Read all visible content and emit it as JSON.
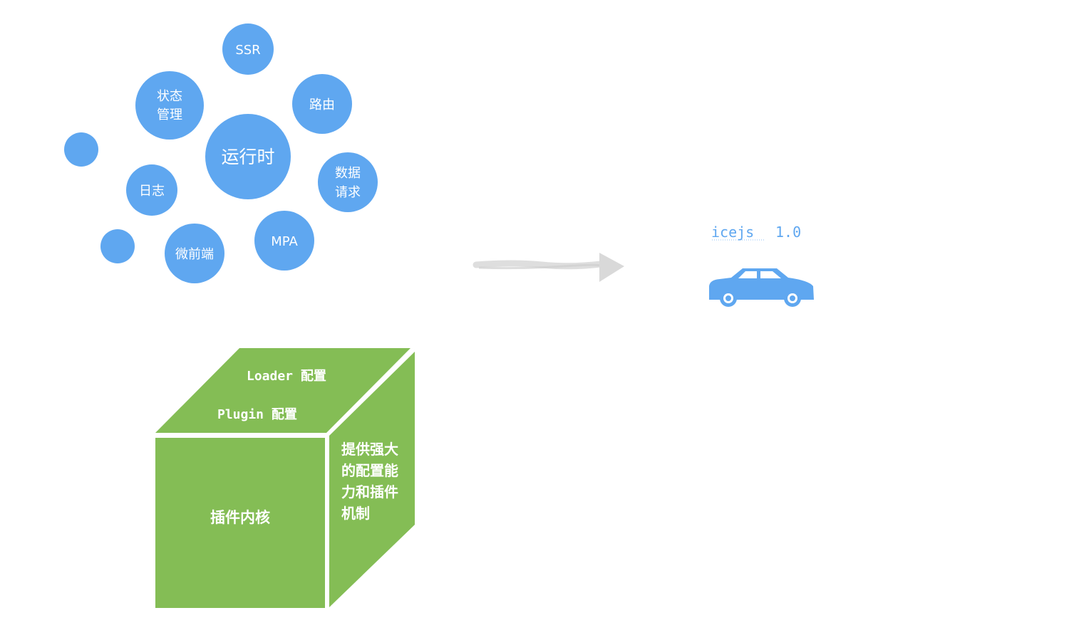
{
  "bubbles": {
    "ssr": "SSR",
    "state_line1": "状态",
    "state_line2": "管理",
    "router": "路由",
    "runtime": "运行时",
    "data_line1": "数据",
    "data_line2": "请求",
    "log": "日志",
    "micro_frontend": "微前端",
    "mpa": "MPA"
  },
  "cube": {
    "top_line1": "Loader 配置",
    "top_line2": "Plugin 配置",
    "front": "插件内核",
    "side_line1": "提供强大",
    "side_line2": "的配置能",
    "side_line3": "力和插件",
    "side_line4": "机制"
  },
  "result": {
    "title_name": "icejs",
    "title_version": "1.0"
  },
  "colors": {
    "bubble": "#5fa7f0",
    "cube_green": "#84bd55",
    "arrow": "#d4d4d4",
    "car": "#5fa7f0"
  },
  "icons": {
    "arrow": "right-arrow-icon",
    "car": "car-icon"
  }
}
